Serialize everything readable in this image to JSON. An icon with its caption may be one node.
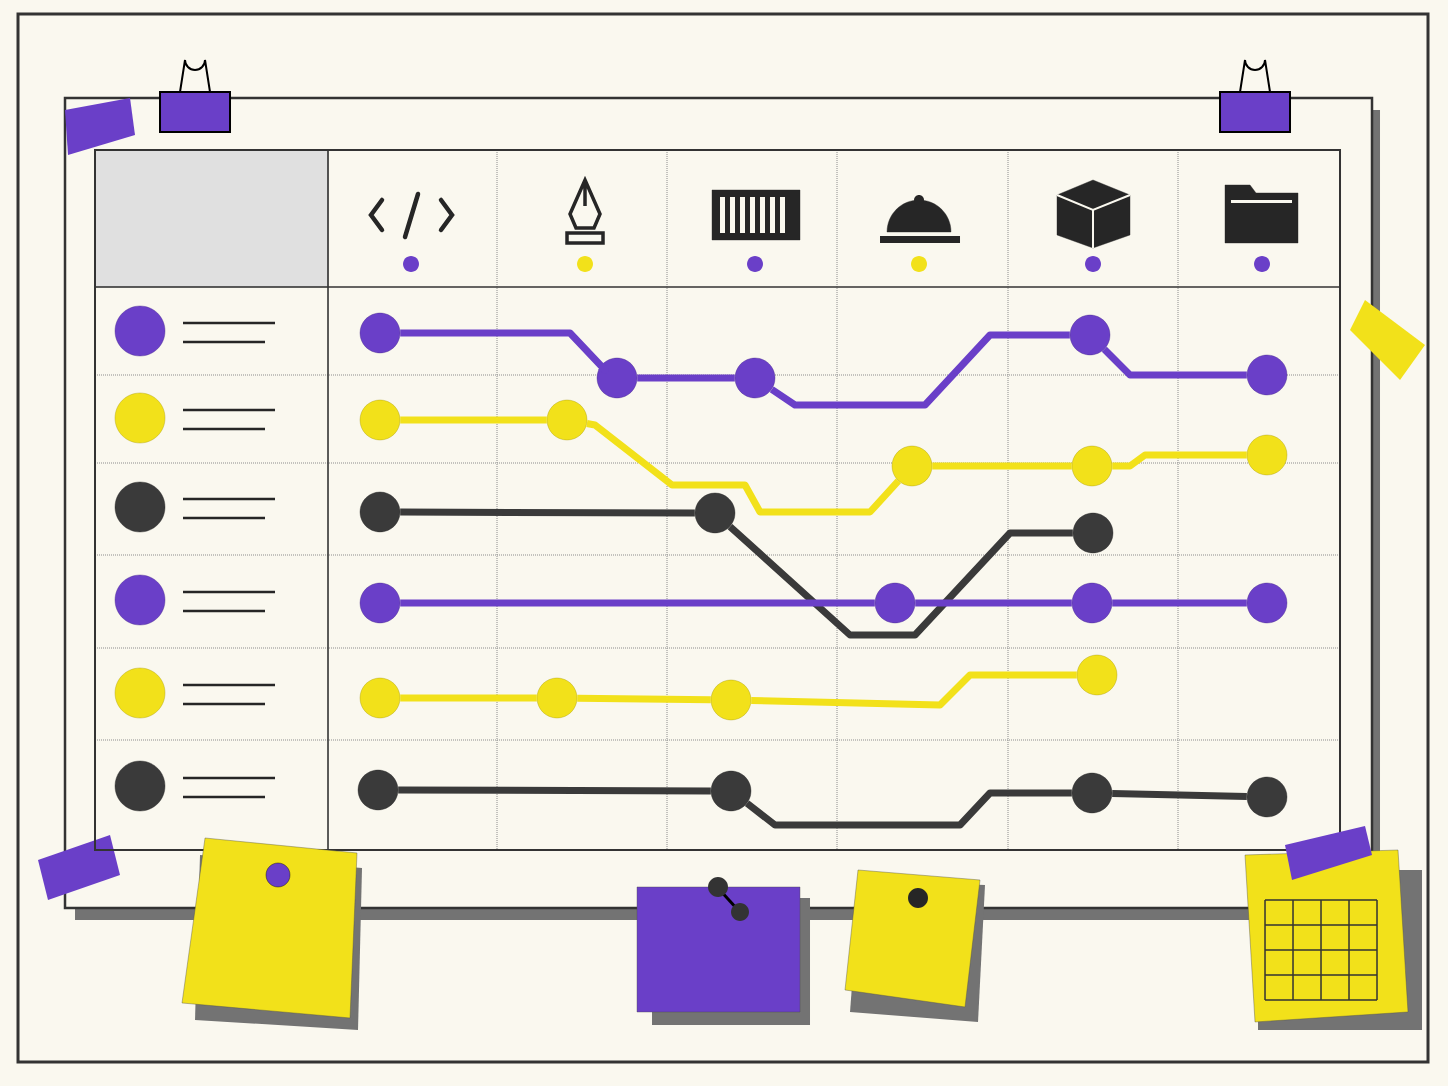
{
  "diagram": {
    "nodes": [
      {
        "text": [],
        "shape": "circle"
      },
      {
        "text": [],
        "shape": "circle"
      },
      {
        "text": [],
        "shape": "circle"
      },
      {
        "text": [],
        "shape": "circle"
      },
      {
        "text": [],
        "shape": "circle"
      },
      {
        "text": [],
        "shape": "circle"
      },
      {
        "text": [],
        "shape": "circle"
      },
      {
        "text": [],
        "shape": "circle"
      },
      {
        "text": [],
        "shape": "circle"
      },
      {
        "text": [],
        "shape": "circle"
      },
      {
        "text": [],
        "shape": "circle"
      },
      {
        "text": [],
        "shape": "circle"
      },
      {
        "text": [],
        "shape": "circle"
      },
      {
        "text": [],
        "shape": "circle"
      },
      {
        "text": [],
        "shape": "circle"
      },
      {
        "text": [],
        "shape": "circle"
      },
      {
        "text": [],
        "shape": "circle"
      },
      {
        "text": [],
        "shape": "circle"
      },
      {
        "text": [],
        "shape": "circle"
      },
      {
        "text": [],
        "shape": "circle"
      },
      {
        "text": [],
        "shape": "circle"
      },
      {
        "text": [],
        "shape": "circle"
      },
      {
        "text": [],
        "shape": "circle"
      },
      {
        "text": [],
        "shape": "circle"
      },
      {
        "text": [],
        "shape": "circle"
      },
      {
        "text": [],
        "shape": "circle"
      },
      {
        "text": [],
        "shape": "circle"
      },
      {
        "text": [],
        "shape": "circle"
      },
      {
        "text": [],
        "shape": "circle"
      },
      {
        "text": [],
        "shape": "circle"
      },
      {
        "text": [],
        "shape": "circle"
      }
    ],
    "edges": [
      {
        "from": 1,
        "to": 2,
        "arrow": "none",
        "color": "#6a3fc8"
      },
      {
        "from": 2,
        "to": 3,
        "arrow": "none",
        "color": "#6a3fc8"
      },
      {
        "from": 3,
        "to": 4,
        "arrow": "none",
        "color": "#6a3fc8"
      },
      {
        "from": 4,
        "to": 5,
        "arrow": "none",
        "color": "#6a3fc8"
      },
      {
        "from": 7,
        "to": 8,
        "arrow": "none",
        "color": "#f2e11a"
      },
      {
        "from": 8,
        "to": 9,
        "arrow": "none",
        "color": "#f2e11a"
      },
      {
        "from": 9,
        "to": 10,
        "arrow": "none",
        "color": "#f2e11a"
      },
      {
        "from": 10,
        "to": 11,
        "arrow": "none",
        "color": "#f2e11a"
      },
      {
        "from": 13,
        "to": 14,
        "arrow": "none",
        "color": "#3a3a3a"
      },
      {
        "from": 14,
        "to": 15,
        "arrow": "none",
        "color": "#3a3a3a"
      },
      {
        "from": 17,
        "to": 18,
        "arrow": "none",
        "color": "#6a3fc8"
      },
      {
        "from": 18,
        "to": 19,
        "arrow": "none",
        "color": "#6a3fc8"
      },
      {
        "from": 19,
        "to": 20,
        "arrow": "none",
        "color": "#6a3fc8"
      },
      {
        "from": 22,
        "to": 23,
        "arrow": "none",
        "color": "#f2e11a"
      },
      {
        "from": 23,
        "to": 24,
        "arrow": "none",
        "color": "#f2e11a"
      },
      {
        "from": 24,
        "to": 25,
        "arrow": "none",
        "color": "#f2e11a"
      },
      {
        "from": 27,
        "to": 28,
        "arrow": "none",
        "color": "#3a3a3a"
      },
      {
        "from": 28,
        "to": 29,
        "arrow": "none",
        "color": "#3a3a3a"
      },
      {
        "from": 29,
        "to": 30,
        "arrow": "none",
        "color": "#3a3a3a"
      }
    ]
  }
}
